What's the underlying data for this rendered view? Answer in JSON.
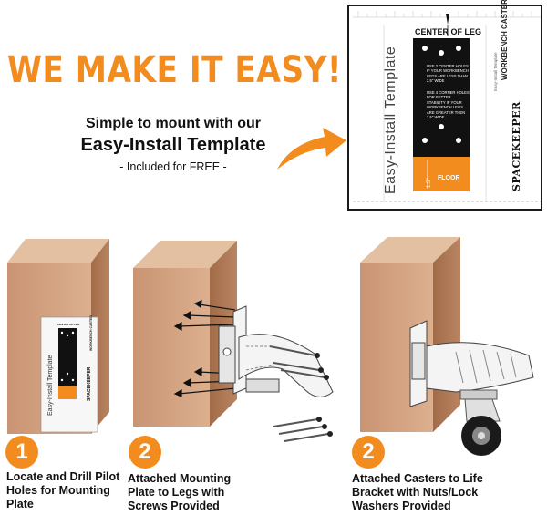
{
  "headline": "WE MAKE IT EASY!",
  "subtitle": {
    "line1": "Simple to mount with our",
    "line2": "Easy-Install Template",
    "line3": "- Included for FREE -"
  },
  "template": {
    "vertical_title": "Easy-Install Template",
    "center_of_leg": "CENTER OF LEG",
    "instruction_two_holes": "USE 2 CENTER HOLES IF YOUR WORKBENCH LEGS ARE LESS THAN 2.5\" WIDE",
    "instruction_four_holes": "USE 4 CORNER HOLES FOR BETTER STABILITY IF YOUR WORKBENCH LEGS ARE GREATER THEN 2.5\" WIDE.",
    "floor_label": "FLOOR",
    "floor_measure": "1.5\"",
    "product_title": "WORKBENCH CASTER",
    "product_small": "Easy-Install Template",
    "brand": "SPACEKEEPER"
  },
  "steps": [
    {
      "number": "1",
      "text": "Locate and Drill Pilot Holes for Mounting Plate"
    },
    {
      "number": "2",
      "text": "Attached Mounting Plate to Legs with Screws Provided"
    },
    {
      "number": "2",
      "text": "Attached Casters to Life Bracket with Nuts/Lock Washers Provided"
    }
  ],
  "colors": {
    "accent": "#f28c1f",
    "wood_front": "#d4a685",
    "wood_side": "#b07a55",
    "wood_top": "#e6c4a6",
    "template_black": "#111111",
    "bracket": "#f2f2f2"
  },
  "icons": {
    "arrow": "curved-arrow-right-icon",
    "step_badge": "circle-number-badge"
  }
}
